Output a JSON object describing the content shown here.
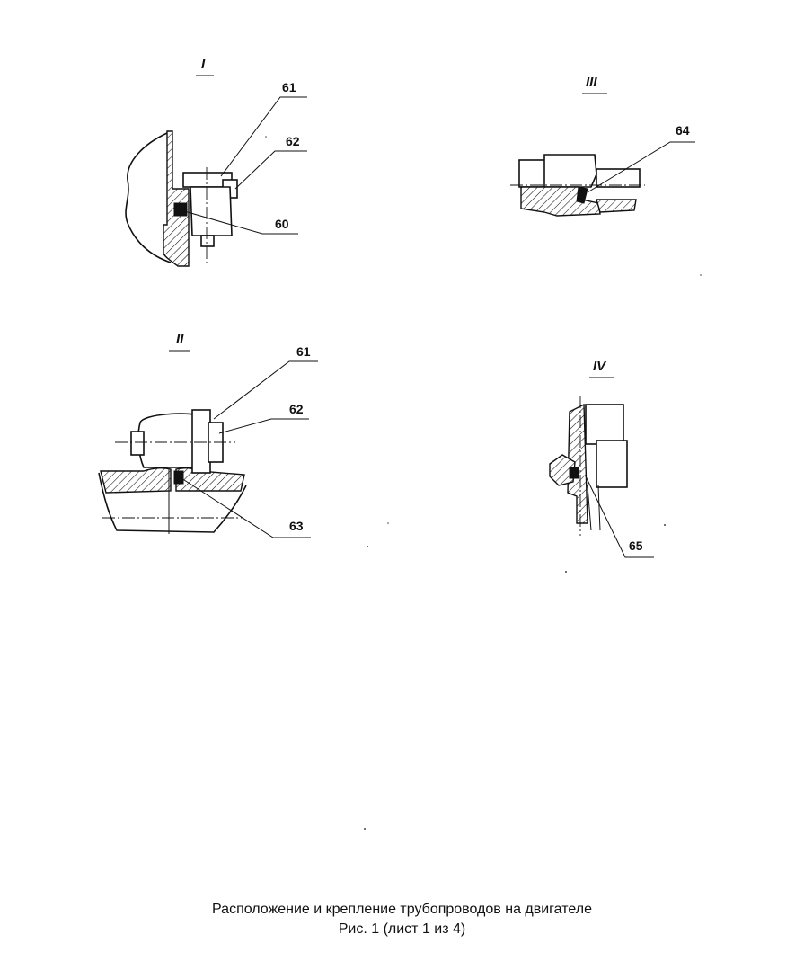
{
  "views": {
    "v1": {
      "label": "I",
      "callouts": [
        "61",
        "62",
        "60"
      ]
    },
    "v2": {
      "label": "II",
      "callouts": [
        "61",
        "62",
        "63"
      ]
    },
    "v3": {
      "label": "III",
      "callouts": [
        "64"
      ]
    },
    "v4": {
      "label": "IV",
      "callouts": [
        "65"
      ]
    }
  },
  "caption": {
    "title": "Расположение и крепление трубопроводов на двигателе",
    "sheet": "Рис. 1 (лист 1 из 4)"
  }
}
